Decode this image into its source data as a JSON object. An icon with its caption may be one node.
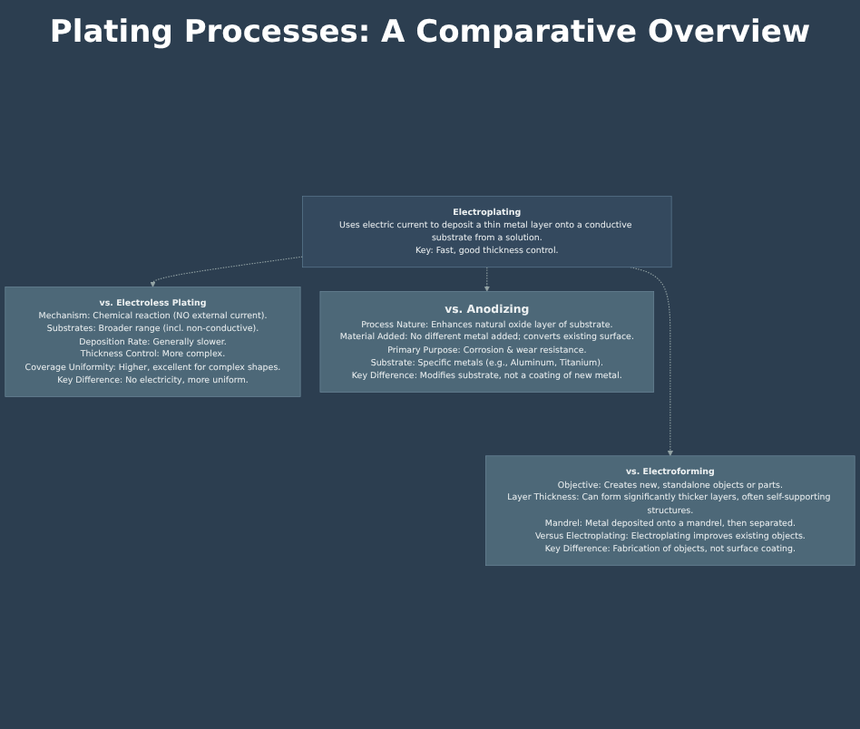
{
  "diagram": {
    "title": "Plating Processes: A Comparative Overview",
    "nodes": [
      {
        "text": [
          "Electroplating",
          "Uses electric current to deposit a thin metal layer onto a conductive substrate from a solution.",
          "Key: Fast, good thickness control."
        ]
      },
      {
        "text": [
          "vs. Electroless Plating",
          "Mechanism: Chemical reaction (NO external current).",
          "Substrates: Broader range (incl. non-conductive).",
          "Deposition Rate: Generally slower.",
          "Thickness Control: More complex.",
          "Coverage Uniformity: Higher, excellent for complex shapes.",
          "Key Difference: No electricity, more uniform."
        ]
      },
      {
        "text": [
          "vs. Anodizing",
          "Process Nature: Enhances natural oxide layer of substrate.",
          "Material Added: No different metal added; converts existing surface.",
          "Primary Purpose: Corrosion & wear resistance.",
          "Substrate: Specific metals (e.g., Aluminum, Titanium).",
          "Key Difference: Modifies substrate, not a coating of new metal."
        ]
      },
      {
        "text": [
          "vs. Electroforming",
          "Objective: Creates new, standalone objects or parts.",
          "Layer Thickness: Can form significantly thicker layers, often self-supporting structures.",
          "Mandrel: Metal deposited onto a mandrel, then separated.",
          "Versus Electroplating: Electroplating improves existing objects.",
          "Key Difference: Fabrication of objects, not surface coating."
        ]
      }
    ],
    "edges": [
      {
        "from": 0,
        "to": 1,
        "arrow": "to",
        "style": "dashed"
      },
      {
        "from": 0,
        "to": 2,
        "arrow": "to",
        "style": "dashed"
      },
      {
        "from": 0,
        "to": 3,
        "arrow": "to",
        "style": "dashed"
      }
    ]
  }
}
